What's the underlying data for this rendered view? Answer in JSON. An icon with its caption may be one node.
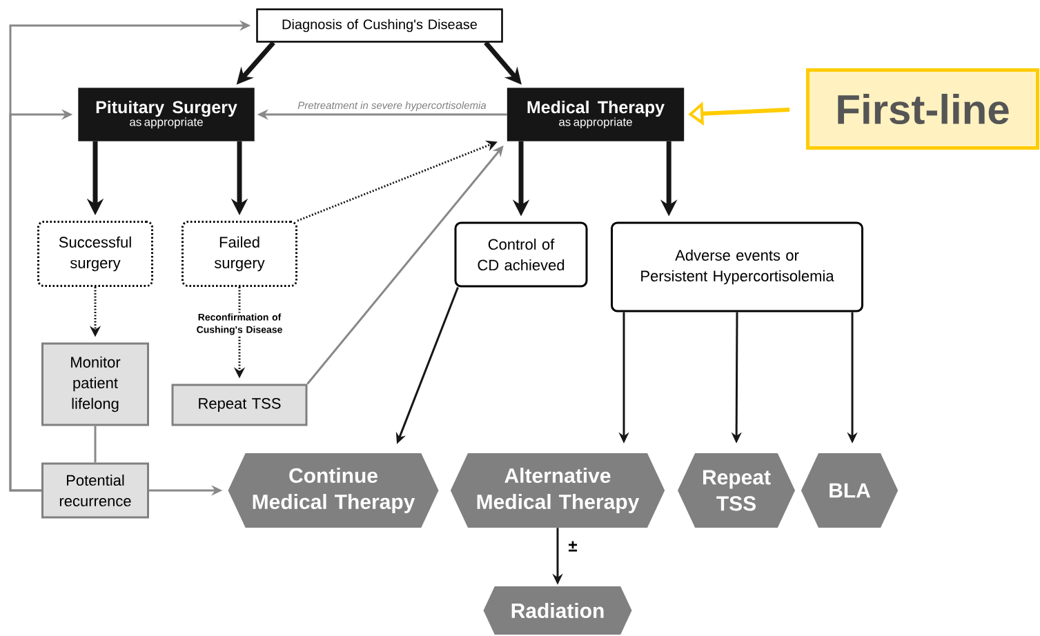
{
  "diagram": {
    "nodes": [
      {
        "text": [
          "Diagnosis of Cushing's Disease"
        ]
      },
      {
        "text": [
          "Pituitary Surgery",
          "as appropriate"
        ]
      },
      {
        "text": [
          "Medical Therapy",
          "as appropriate"
        ]
      },
      {
        "text": [
          "First-line"
        ]
      },
      {
        "text": [
          "Successful surgery"
        ]
      },
      {
        "text": [
          "Failed surgery"
        ]
      },
      {
        "text": [
          "Control of CD achieved"
        ]
      },
      {
        "text": [
          "Adverse events or Persistent Hypercortisolemia"
        ]
      },
      {
        "text": [
          "Monitor patient lifelong"
        ]
      },
      {
        "text": [
          "Repeat TSS"
        ]
      },
      {
        "text": [
          "Potential recurrence"
        ]
      },
      {
        "text": [
          "Continue Medical Therapy"
        ]
      },
      {
        "text": [
          "Alternative Medical Therapy"
        ]
      },
      {
        "text": [
          "Repeat TSS"
        ]
      },
      {
        "text": [
          "BLA"
        ]
      },
      {
        "text": [
          "Radiation"
        ]
      }
    ],
    "edges": [
      {
        "from": 0,
        "to": 1,
        "arrow": "to",
        "style": "thick"
      },
      {
        "from": 0,
        "to": 2,
        "arrow": "to",
        "style": "thick"
      },
      {
        "from": 2,
        "to": 1,
        "arrow": "to",
        "label": "Pretreatment in severe hypercortisolemia",
        "color": "#888888"
      },
      {
        "from": 3,
        "to": 2,
        "arrow": "to",
        "style": "thick",
        "color": "#ffcc00"
      },
      {
        "from": 1,
        "to": 4,
        "arrow": "to",
        "style": "thick"
      },
      {
        "from": 1,
        "to": 5,
        "arrow": "to",
        "style": "thick"
      },
      {
        "from": 2,
        "to": 6,
        "arrow": "to",
        "style": "thick"
      },
      {
        "from": 2,
        "to": 7,
        "arrow": "to",
        "style": "thick"
      },
      {
        "from": 4,
        "to": 8,
        "arrow": "to",
        "style": "dashed"
      },
      {
        "from": 5,
        "to": 9,
        "arrow": "to",
        "style": "dashed",
        "label": "Reconfirmation of Cushing's Disease"
      },
      {
        "from": 5,
        "to": 2,
        "arrow": "to",
        "style": "dashed"
      },
      {
        "from": 9,
        "to": 2,
        "arrow": "to",
        "color": "#888888"
      },
      {
        "from": 6,
        "to": 11,
        "arrow": "to"
      },
      {
        "from": 7,
        "to": 12,
        "arrow": "to"
      },
      {
        "from": 7,
        "to": 13,
        "arrow": "to"
      },
      {
        "from": 7,
        "to": 14,
        "arrow": "to"
      },
      {
        "from": 8,
        "to": 10,
        "arrow": "none",
        "color": "#888888"
      },
      {
        "from": 10,
        "to": 11,
        "arrow": "to",
        "color": "#888888"
      },
      {
        "from": 10,
        "to": 0,
        "arrow": "to",
        "color": "#888888"
      },
      {
        "from": 10,
        "to": 1,
        "arrow": "to",
        "color": "#888888"
      },
      {
        "from": 12,
        "to": 15,
        "arrow": "to",
        "label": "±"
      }
    ]
  }
}
